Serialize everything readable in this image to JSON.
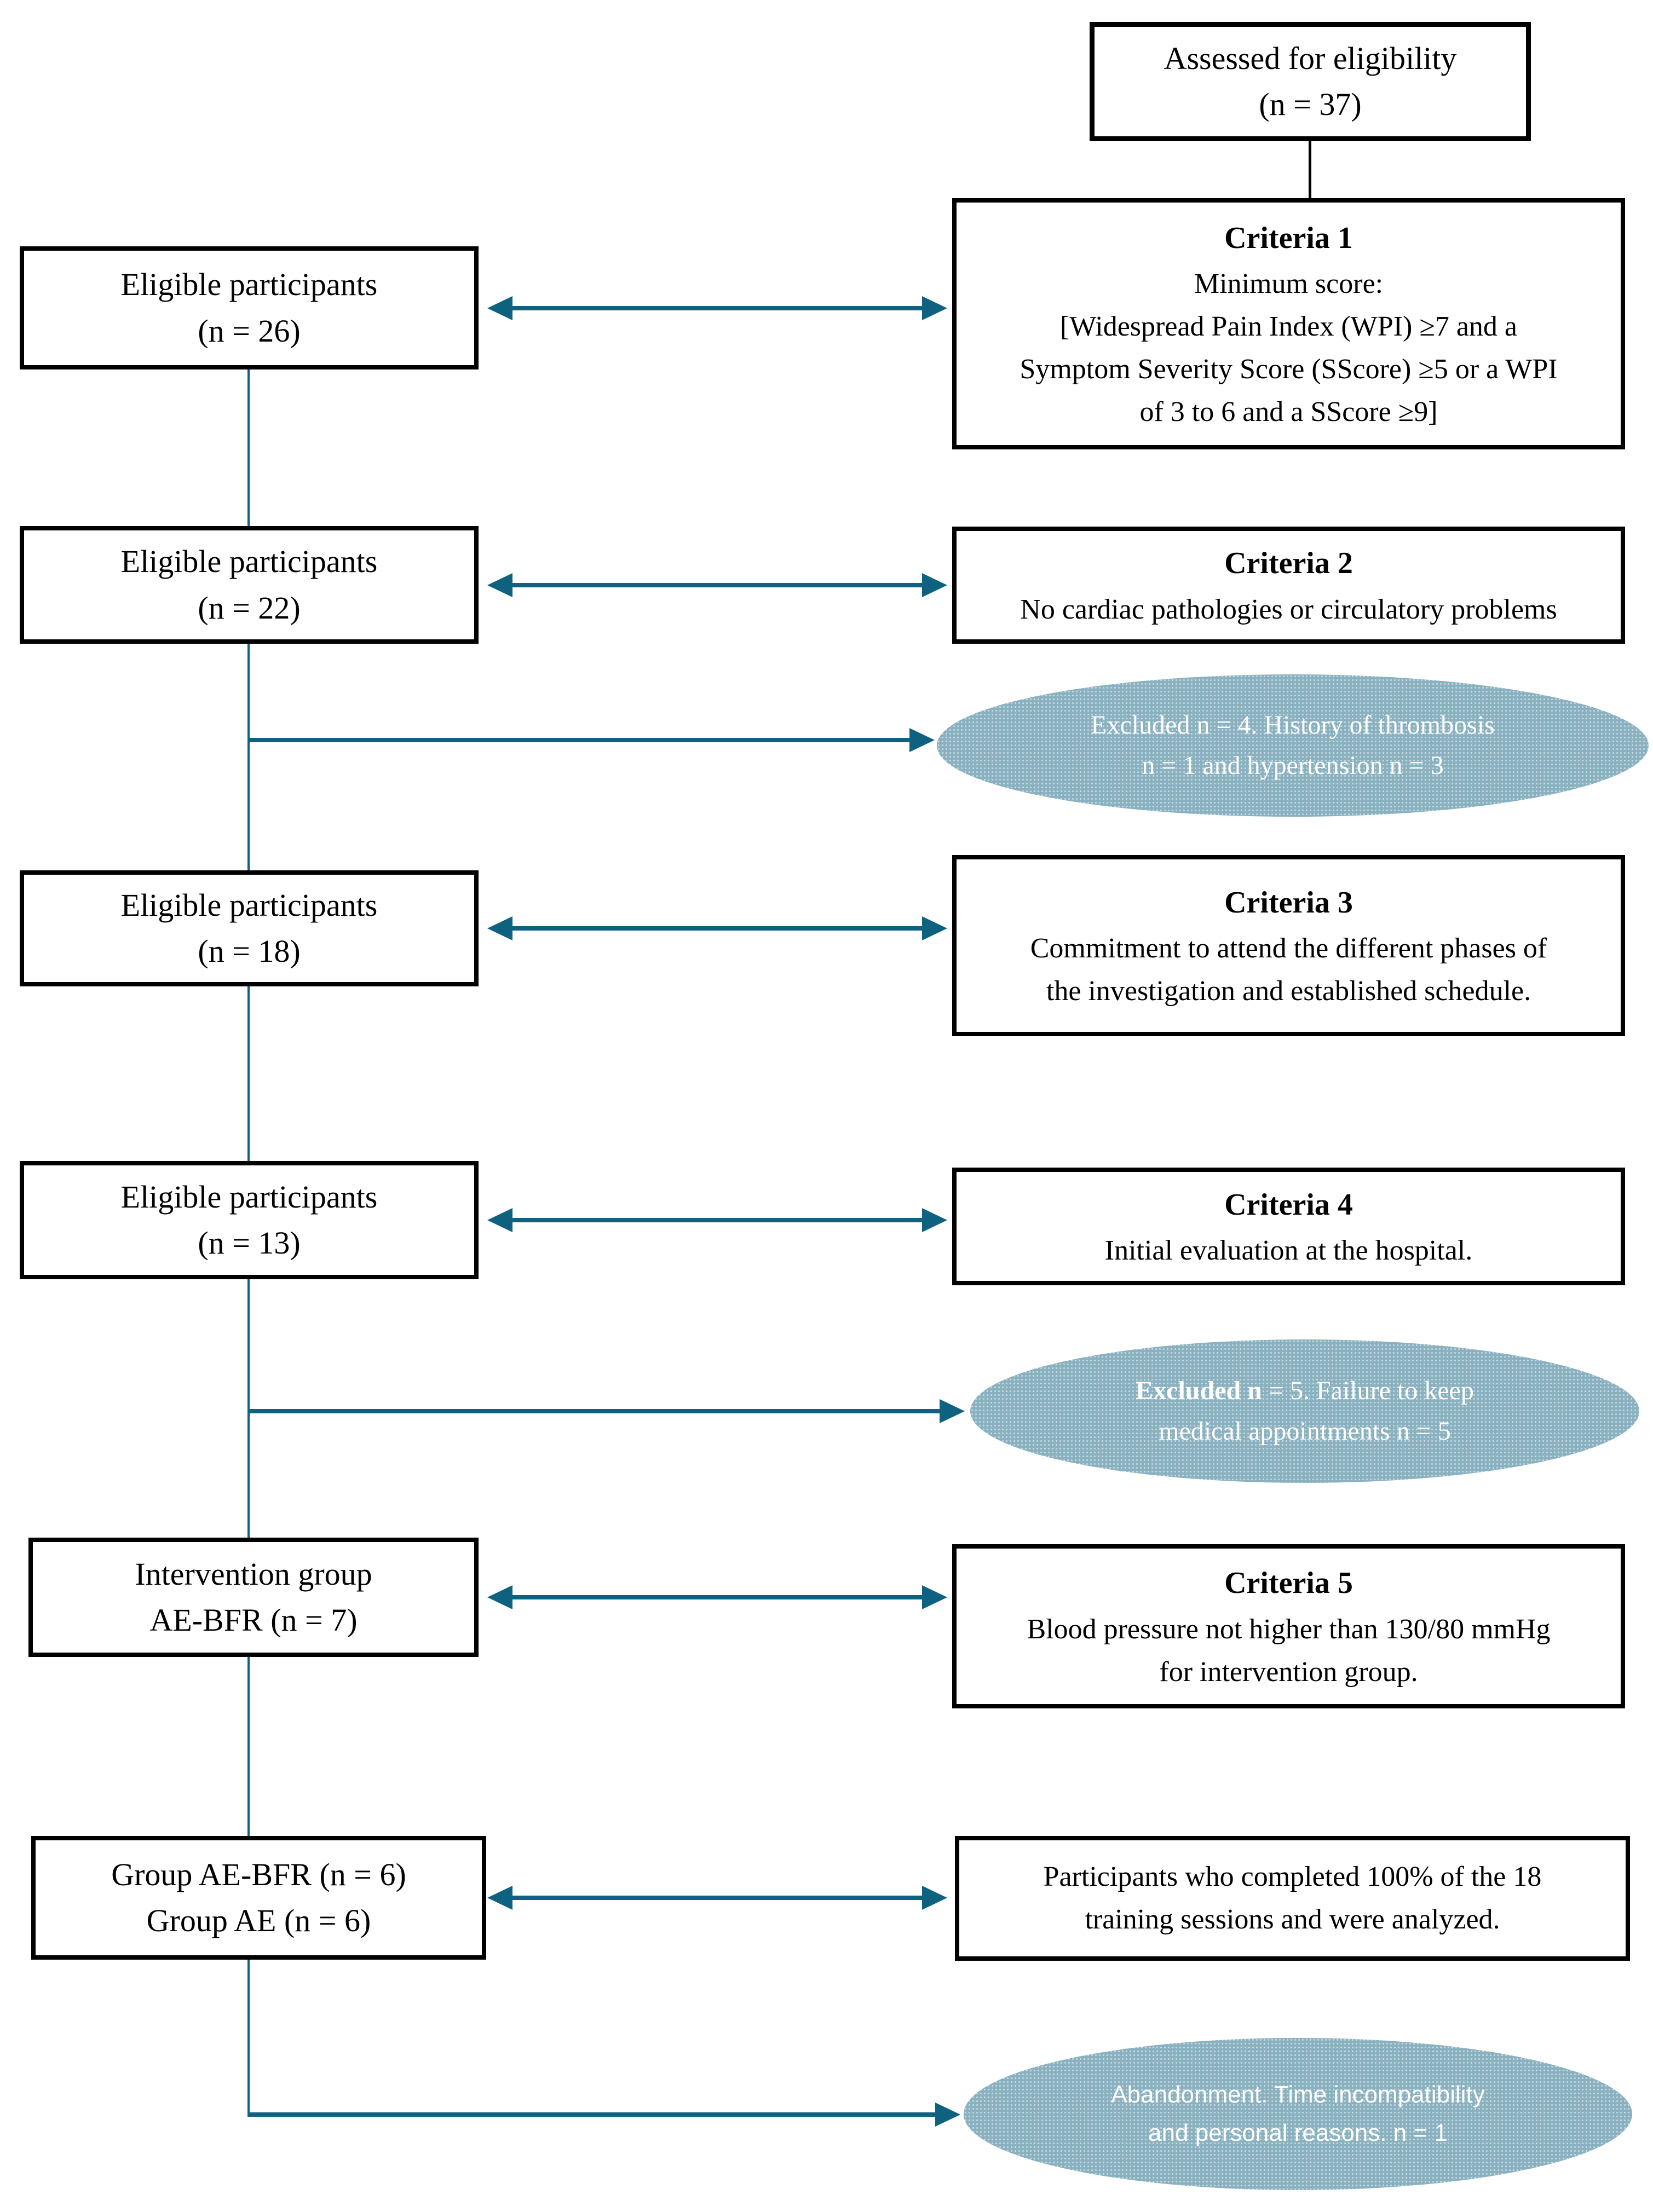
{
  "diagram": {
    "top_box": {
      "lines": [
        "Assessed for eligibility",
        "(n = 37)"
      ]
    },
    "left_boxes": [
      {
        "lines": [
          "Eligible participants",
          "(n = 26)"
        ]
      },
      {
        "lines": [
          "Eligible participants",
          "(n = 22)"
        ]
      },
      {
        "lines": [
          "Eligible participants",
          "(n = 18)"
        ]
      },
      {
        "lines": [
          "Eligible participants",
          "(n = 13)"
        ]
      },
      {
        "lines": [
          "Intervention group",
          "AE-BFR (n = 7)"
        ]
      },
      {
        "lines": [
          "Group AE-BFR (n = 6)",
          "Group AE (n = 6)"
        ]
      }
    ],
    "criteria_boxes": [
      {
        "title": "Criteria 1",
        "body": "Minimum score:\n[Widespread Pain Index (WPI) ≥7 and a\nSymptom Severity Score (SScore) ≥5 or a WPI\nof 3 to 6 and a SScore ≥9]"
      },
      {
        "title": "Criteria 2",
        "body": "No cardiac pathologies or circulatory problems"
      },
      {
        "title": "Criteria 3",
        "body": "Commitment to attend the different phases of\nthe investigation and established schedule."
      },
      {
        "title": "Criteria 4",
        "body": "Initial evaluation at the hospital."
      },
      {
        "title": "Criteria 5",
        "body": "Blood pressure not higher than 130/80 mmHg\nfor intervention group."
      }
    ],
    "completion_box": {
      "body": "Participants who completed 100% of the 18\ntraining sessions and were analyzed."
    },
    "exclusion_ellipses": [
      {
        "text": "Excluded n = 4. History of thrombosis\nn = 1 and hypertension n = 3"
      },
      {
        "bold": "Excluded n",
        "rest": " = 5. Failure to keep\nmedical appointments n = 5"
      },
      {
        "text": "Abandonment. Time incompatibility\nand personal reasons. n = 1"
      }
    ],
    "colors": {
      "accent": "#0e6280",
      "ellipse_fill": "#8ab1c0",
      "box_border": "#000000",
      "ellipse_text": "#ffffff"
    }
  }
}
